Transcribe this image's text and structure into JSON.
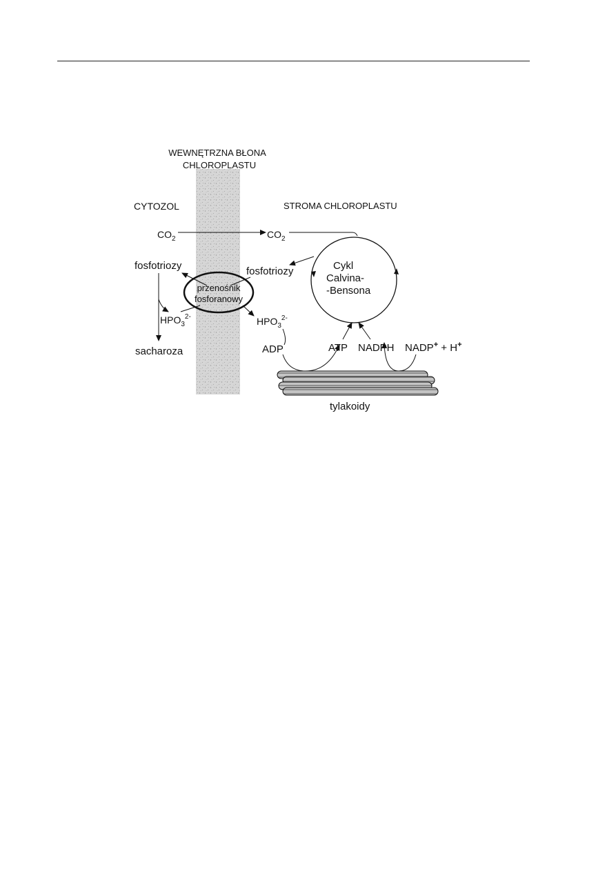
{
  "diagram": {
    "membrane_label_line1": "WEWNĘTRZNA  BŁONA",
    "membrane_label_line2": "CHLOROPLASTU",
    "cytosol_label": "CYTOZOL",
    "stroma_label": "STROMA CHLOROPLASTU",
    "co2": {
      "base": "CO",
      "sub": "2"
    },
    "triose_phosphates": "fosfotriozy",
    "translocator_line1": "przenośnik",
    "translocator_line2": "fosforanowy",
    "phosphate": {
      "base": "HPO",
      "sub": "3",
      "sup": "2-"
    },
    "sucrose": "sacharoza",
    "cycle_line1": "Cykl",
    "cycle_line2": "Calvina-",
    "cycle_line3": "-Bensona",
    "adp": "ADP",
    "atp": "ATP",
    "nadph": "NADPH",
    "nadp_base": "NADP",
    "nadp_sup": "+",
    "plus_h": " + H",
    "h_sup": "+",
    "thylakoids": "tylakoidy"
  },
  "colors": {
    "membrane_fill": "#d4d4d4",
    "line": "#111111",
    "thylakoid_fill": "#b9b9b9"
  }
}
